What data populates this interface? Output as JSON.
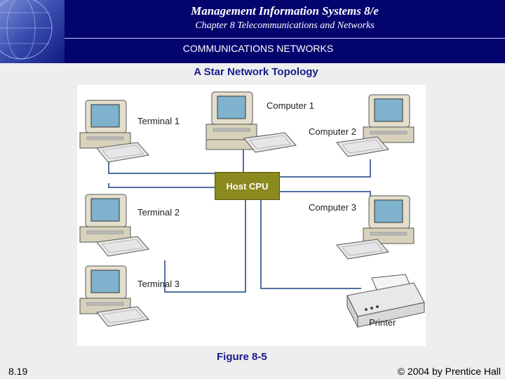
{
  "header": {
    "title": "Management Information Systems 8/e",
    "subtitle": "Chapter 8 Telecommunications and Networks",
    "section": "COMMUNICATIONS NETWORKS"
  },
  "slide": {
    "heading": "A Star Network Topology",
    "figure_caption": "Figure 8-5",
    "number": "8.19",
    "copyright": "© 2004 by Prentice Hall"
  },
  "diagram": {
    "hub": "Host CPU",
    "nodes": {
      "terminal_1": "Terminal 1",
      "computer_1": "Computer 1",
      "computer_2": "Computer 2",
      "terminal_2": "Terminal 2",
      "computer_3": "Computer 3",
      "terminal_3": "Terminal 3",
      "printer": "Printer"
    }
  },
  "colors": {
    "header_bg": "#04046e",
    "hub_fill": "#8a8a1e",
    "link_line": "#5070a0",
    "accent_text": "#1a1a8c"
  }
}
